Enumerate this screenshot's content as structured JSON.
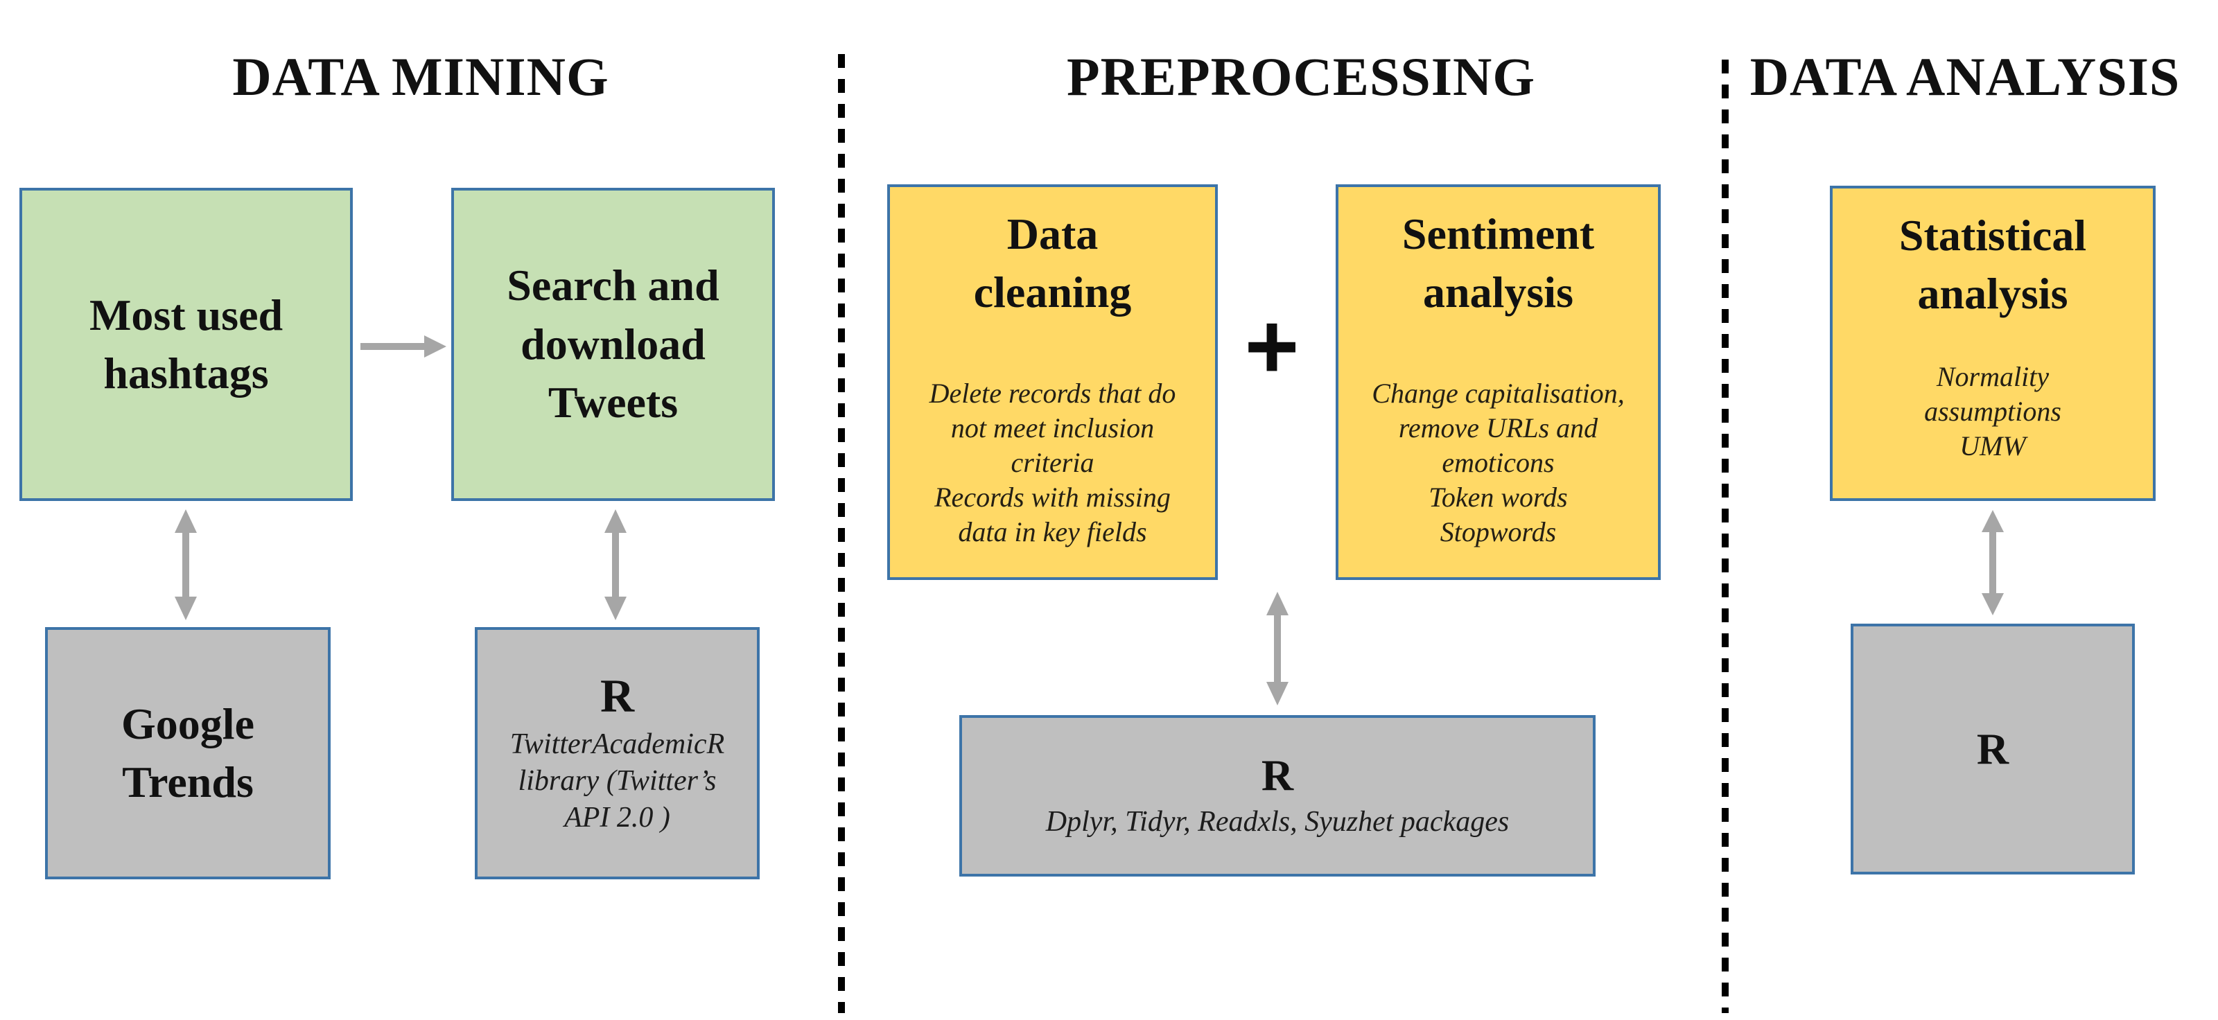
{
  "titles": {
    "data_mining": "DATA MINING",
    "preprocessing": "PREPROCESSING",
    "data_analysis": "DATA ANALYSIS"
  },
  "boxes": {
    "most_used_hashtags": {
      "title": "Most used\nhashtags"
    },
    "search_download_tweets": {
      "title": "Search and\ndownload\nTweets"
    },
    "google_trends": {
      "title": "Google\nTrends"
    },
    "r_mining": {
      "title": "R",
      "subtitle": "TwitterAcademicR\nlibrary (Twitter’s\nAPI 2.0 )"
    },
    "data_cleaning": {
      "title": "Data\ncleaning",
      "details": "Delete records that do\nnot meet inclusion\ncriteria\nRecords with missing\ndata in key fields"
    },
    "sentiment_analysis": {
      "title": "Sentiment\nanalysis",
      "details": "Change capitalisation,\nremove URLs and\nemoticons\nToken words\nStopwords"
    },
    "r_preprocessing": {
      "title": "R",
      "subtitle": "Dplyr, Tidyr, Readxls, Syuzhet packages"
    },
    "statistical_analysis": {
      "title": "Statistical\nanalysis",
      "details": "Normality\nassumptions\nUMW"
    },
    "r_analysis": {
      "title": "R"
    }
  },
  "operators": {
    "plus": "+"
  },
  "colors": {
    "box_green": "#c6e0b4",
    "box_yellow": "#ffd966",
    "box_gray": "#bfbfbf",
    "box_border": "#3d74a8",
    "arrow_gray": "#a6a6a6",
    "divider_black": "#000000"
  }
}
